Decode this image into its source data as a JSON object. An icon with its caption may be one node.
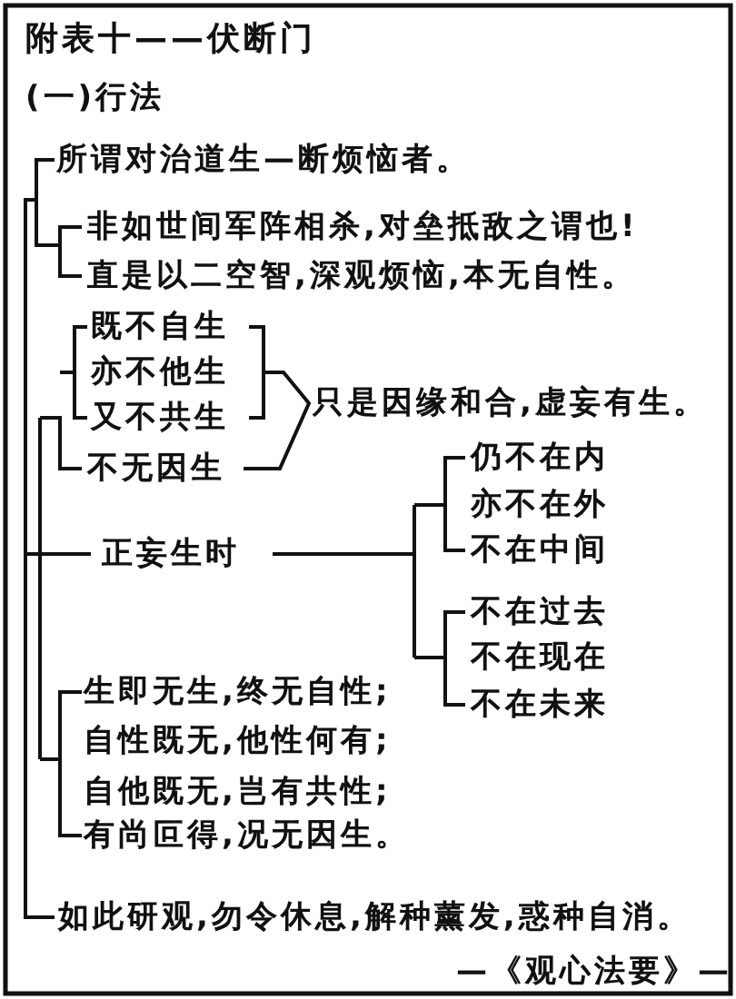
{
  "diagram": {
    "title": "附表十——伏断门",
    "labels": [
      "(一)行法",
      "所谓对治道生—断烦恼者。",
      "非如世间军阵相杀,对垒抵敌之谓也!",
      "直是以二空智,深观烦恼,本无自性。",
      "既不自生",
      "亦不他生",
      "只是因缘和合,虚妄有生。",
      "又不共生",
      "仍不在内",
      "不无因生",
      "亦不在外",
      "正妄生时",
      "不在中间",
      "不在过去",
      "不在现在",
      "生即无生,终无自性;",
      "不在未来",
      "自性既无,他性何有;",
      "自他既无,岂有共性;",
      "有尚叵得,况无因生。",
      "如此研观,勿令休息,解种薰发,惑种自消。"
    ],
    "caption": "—《观心法要》—"
  }
}
